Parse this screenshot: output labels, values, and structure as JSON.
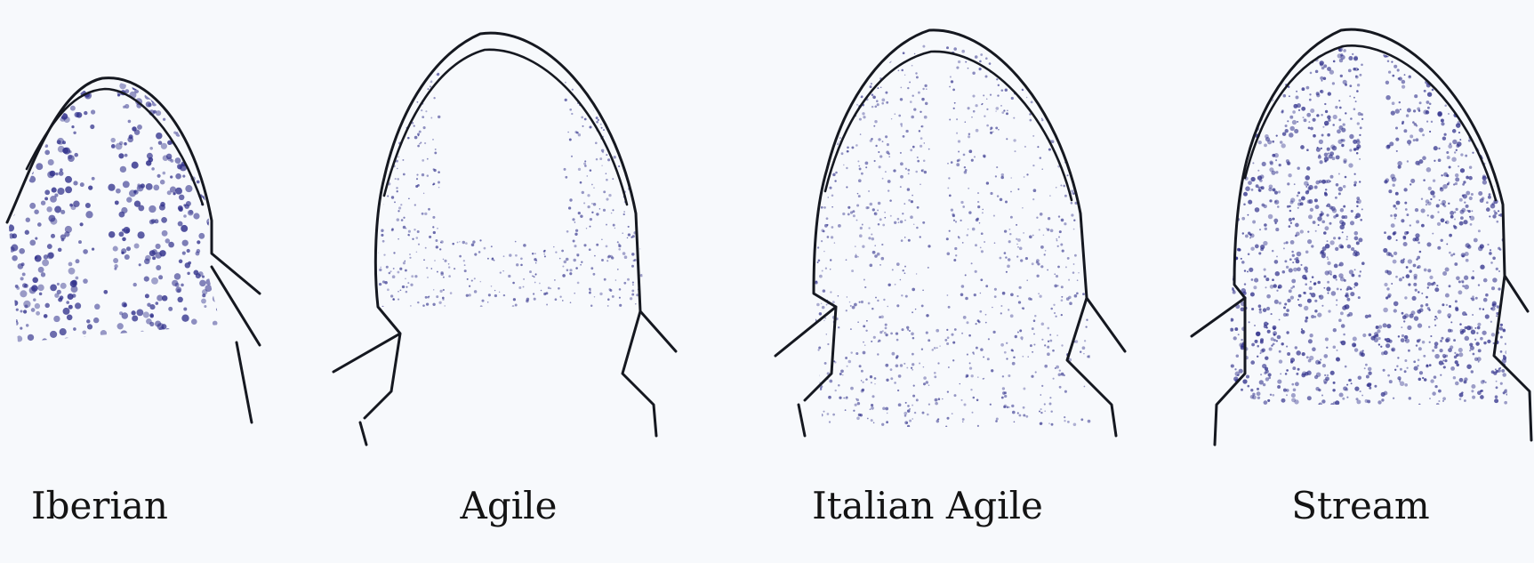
{
  "colors": {
    "background": "#f7f9fc",
    "ink": "#151820",
    "speckle": "#2f2f8a"
  },
  "figure": {
    "heads": [
      {
        "id": "iberian",
        "label": "Iberian",
        "pattern": "reticulate-coarse"
      },
      {
        "id": "agile",
        "label": "Agile",
        "pattern": "fine-dots-lateral"
      },
      {
        "id": "italian-agile",
        "label": "Italian Agile",
        "pattern": "fine-dots-diffuse"
      },
      {
        "id": "stream",
        "label": "Stream",
        "pattern": "dense-mottled"
      }
    ]
  }
}
